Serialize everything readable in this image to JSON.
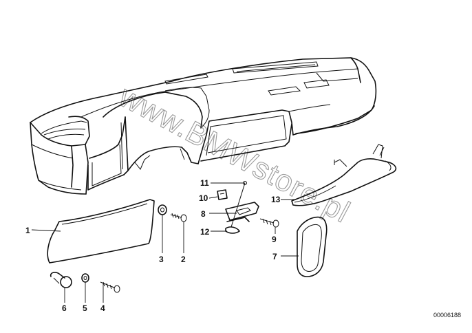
{
  "diagram": {
    "callouts": [
      {
        "id": "c1",
        "text": "1"
      },
      {
        "id": "c2",
        "text": "2"
      },
      {
        "id": "c3",
        "text": "3"
      },
      {
        "id": "c4",
        "text": "4"
      },
      {
        "id": "c5",
        "text": "5"
      },
      {
        "id": "c6",
        "text": "6"
      },
      {
        "id": "c7",
        "text": "7"
      },
      {
        "id": "c8",
        "text": "8"
      },
      {
        "id": "c9",
        "text": "9"
      },
      {
        "id": "c10",
        "text": "10"
      },
      {
        "id": "c11",
        "text": "11"
      },
      {
        "id": "c12",
        "text": "12"
      },
      {
        "id": "c13",
        "text": "13"
      }
    ],
    "watermark": "www.BMWstore.pl",
    "reference_number": "00006188"
  }
}
